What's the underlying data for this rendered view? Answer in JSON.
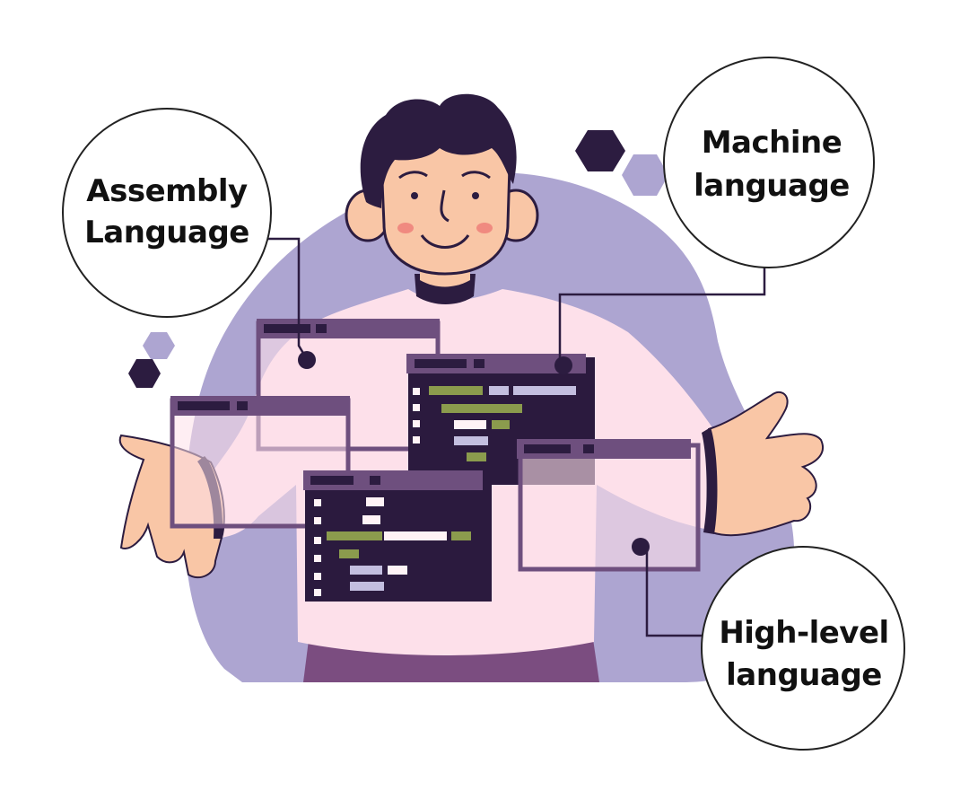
{
  "colors": {
    "blob": "#ada5d1",
    "shirt": "#fde0ea",
    "skin": "#f9c6a6",
    "hair": "#2c1c40",
    "pants": "#7b4d80",
    "window_frame": "#6e4f7e",
    "code_bg": "#2b1a3e",
    "code_green": "#8b9b4d",
    "code_lavender": "#c3bedf",
    "code_white": "#fff3f6",
    "callout_stroke": "#222222"
  },
  "labels": {
    "assembly": [
      "Assembly",
      "Language"
    ],
    "machine": [
      "Machine",
      "language"
    ],
    "high_level": [
      "High-level",
      "language"
    ]
  },
  "icons": [
    "hexagon-icon",
    "hexagon-icon",
    "hexagon-icon",
    "hexagon-icon"
  ]
}
